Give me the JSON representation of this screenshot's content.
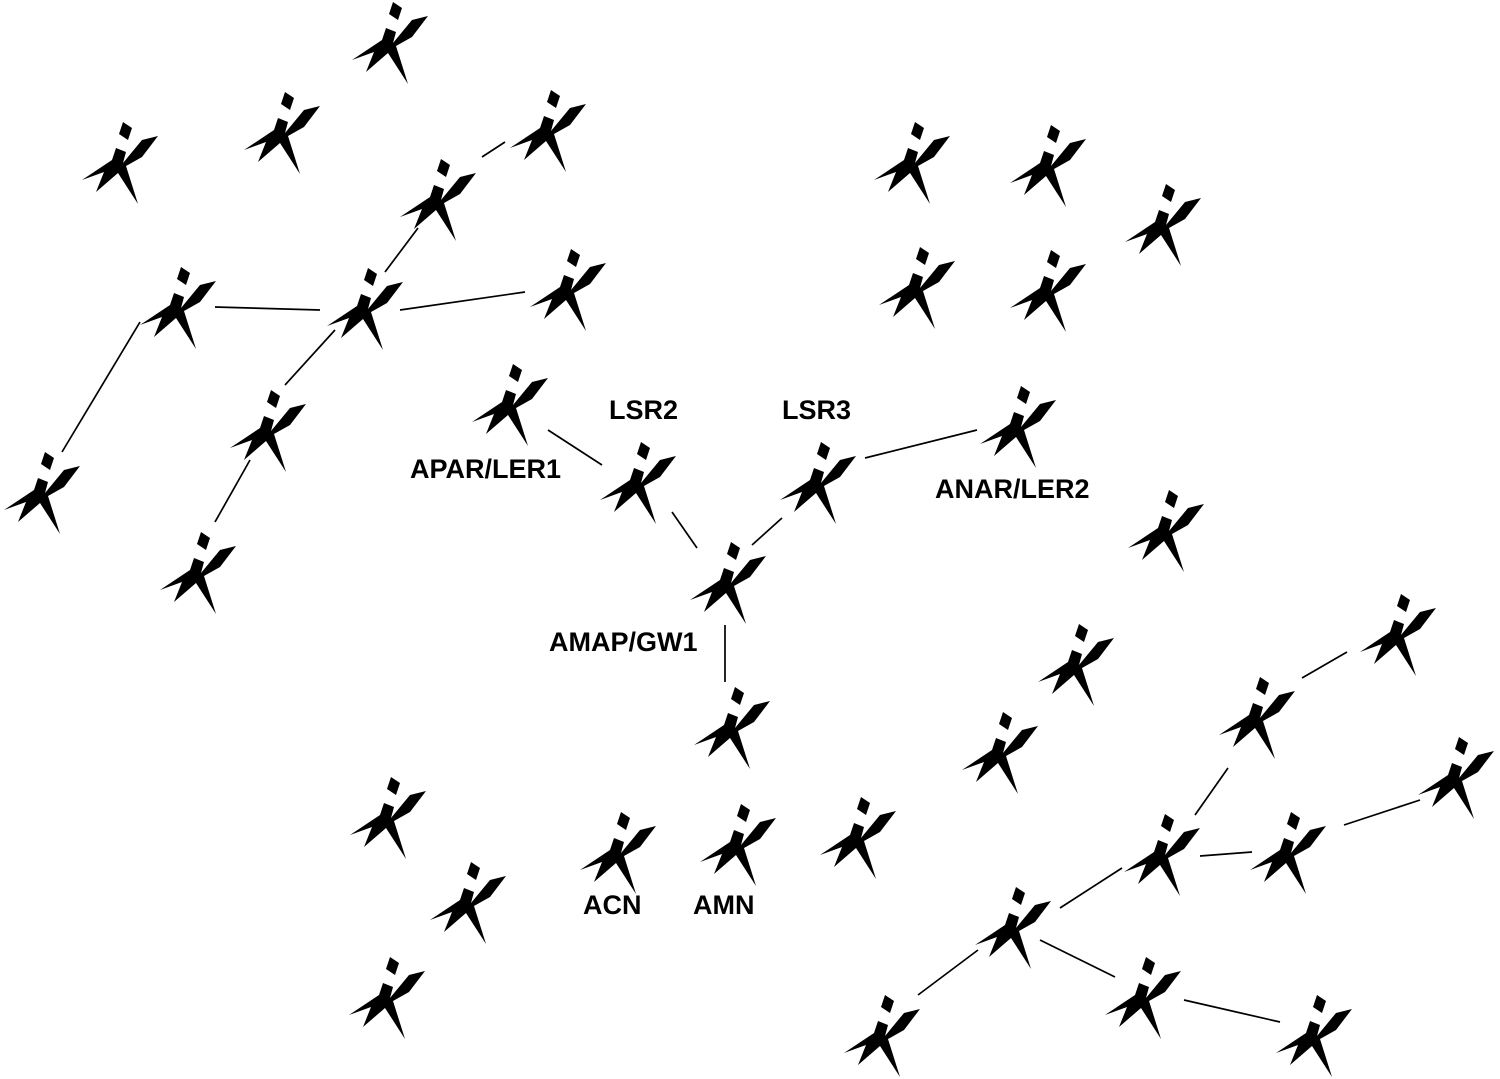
{
  "style": {
    "aircraft_color": "#000000",
    "link_color": "#000000",
    "background": "#ffffff"
  },
  "node_icon": "aircraft-icon",
  "labels": {
    "apar": "APAR/LER1",
    "lsr2": "LSR2",
    "lsr3": "LSR3",
    "anar": "ANAR/LER2",
    "amap": "AMAP/GW1",
    "acn": "ACN",
    "amn": "AMN"
  }
}
